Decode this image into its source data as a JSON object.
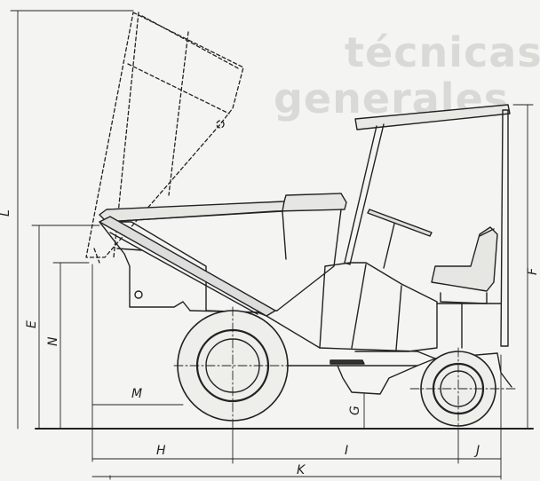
{
  "background_title": {
    "line1": "técnicas",
    "line2": "generales"
  },
  "dimension_labels": {
    "L": "L",
    "E": "E",
    "N": "N",
    "M": "M",
    "G": "G",
    "F": "F",
    "H": "H",
    "I": "I",
    "J": "J",
    "K": "K"
  },
  "colors": {
    "line": "#222222",
    "background": "#f4f4f2",
    "watermark": "#d9d9d6"
  }
}
